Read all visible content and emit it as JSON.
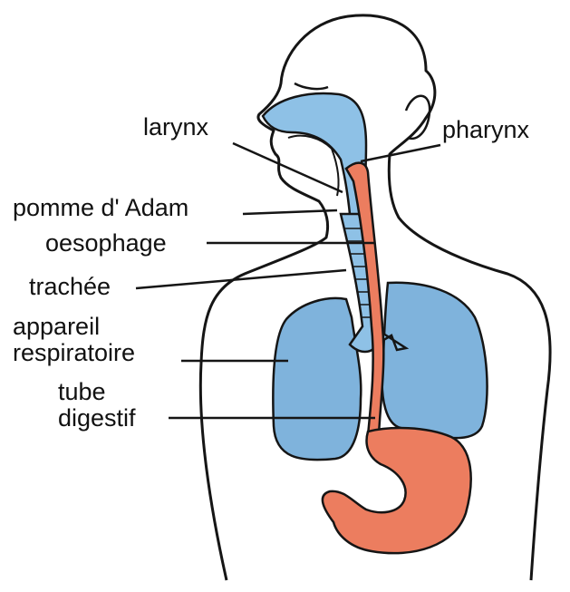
{
  "colors": {
    "lung_fill": "#7fb3dc",
    "airway_fill": "#8ec1e6",
    "digestive_fill": "#ec7d5f",
    "skin_fill": "#ffffff",
    "outline": "#151515"
  },
  "labels": {
    "larynx": "larynx",
    "pharynx": "pharynx",
    "adams_apple": "pomme d' Adam",
    "esophagus": "oesophage",
    "trachea": "trachée",
    "respiratory_line1": "appareil",
    "respiratory_line2": "respiratoire",
    "digestive_line1": "tube",
    "digestive_line2": "digestif"
  }
}
